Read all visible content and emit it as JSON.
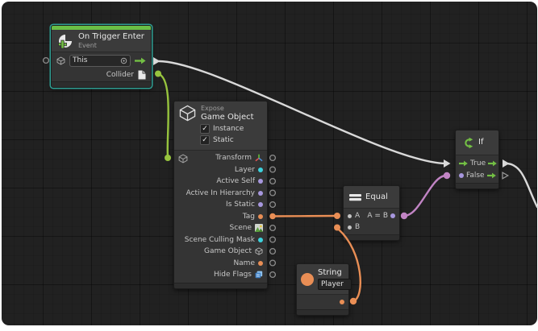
{
  "canvas": {
    "bg": "#212121"
  },
  "colors": {
    "canvas_bg": "#212121",
    "flow_green": "#73bf44",
    "wire_green": "#97c43e",
    "wire_white": "#d9d9d9",
    "wire_purple": "#c184c4",
    "orange": "#e98e55",
    "lavender": "#a797de",
    "cyan": "#3dd2de",
    "gray_dot": "#c4c4c4",
    "selection_teal": "#2f9e93",
    "selection_green_bar": "#6abf45"
  },
  "nodes": {
    "trigger": {
      "title": "On Trigger Enter",
      "subtitle": "Event",
      "target_value": "This",
      "output_label": "Collider"
    },
    "expose": {
      "kind_label": "Expose",
      "title": "Game Object",
      "checkboxes": [
        {
          "label": "Instance",
          "mark": "✓"
        },
        {
          "label": "Static",
          "mark": "✓"
        }
      ],
      "outputs": [
        {
          "label": "Transform",
          "icon": "transform-axes-icon"
        },
        {
          "label": "Layer",
          "icon": "cyan-dot"
        },
        {
          "label": "Active Self",
          "icon": "lavender-dot"
        },
        {
          "label": "Active In Hierarchy",
          "icon": "lavender-dot"
        },
        {
          "label": "Is Static",
          "icon": "lavender-dot"
        },
        {
          "label": "Tag",
          "icon": "orange-dot"
        },
        {
          "label": "Scene",
          "icon": "scene-icon"
        },
        {
          "label": "Scene Culling Mask",
          "icon": "cyan-dot"
        },
        {
          "label": "Game Object",
          "icon": "cube-icon"
        },
        {
          "label": "Name",
          "icon": "orange-dot"
        },
        {
          "label": "Hide Flags",
          "icon": "hide-flags-icon"
        }
      ]
    },
    "equal": {
      "title": "Equal",
      "input_a": "A",
      "input_b": "B",
      "output_label": "A = B"
    },
    "string": {
      "title": "String",
      "value": "Player"
    },
    "if": {
      "title": "If",
      "true_label": "True",
      "false_label": "False"
    }
  }
}
